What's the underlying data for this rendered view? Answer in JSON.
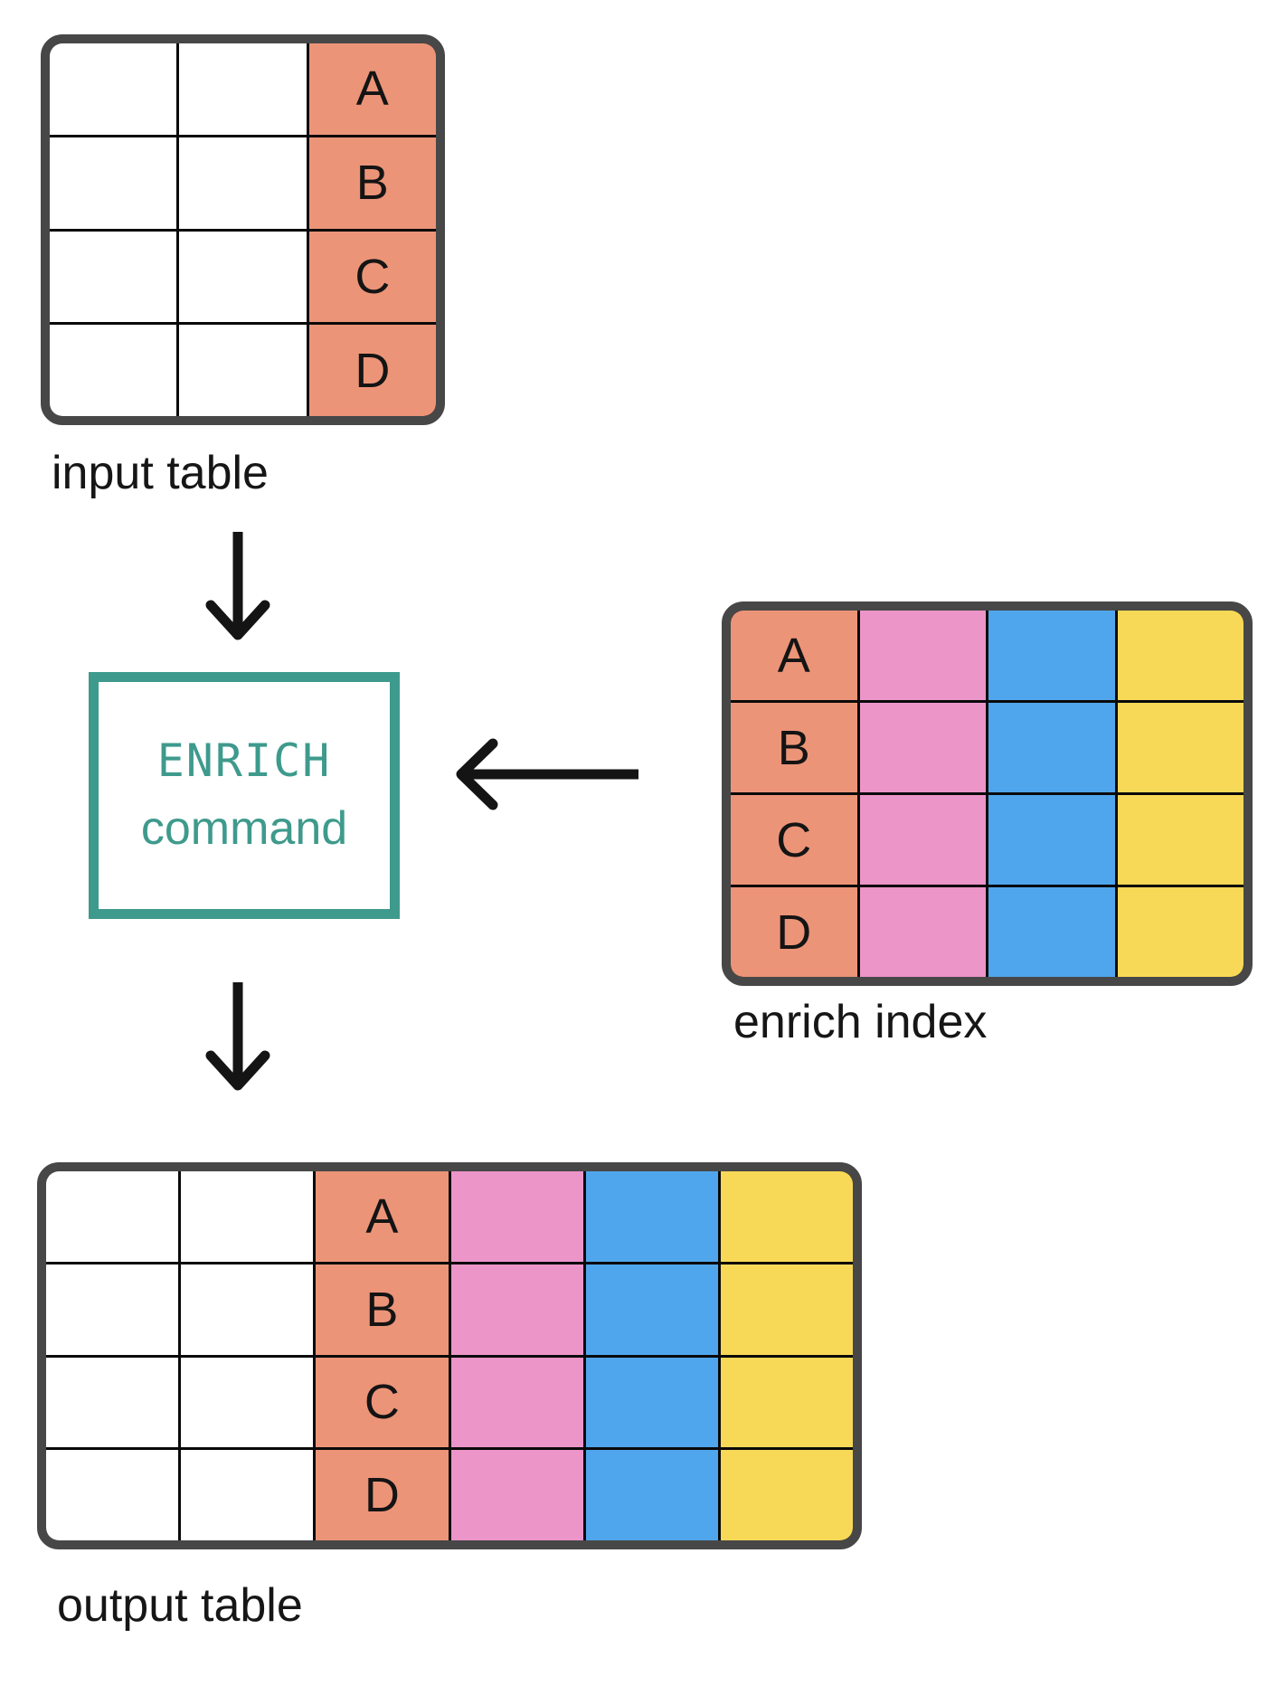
{
  "labels": {
    "input_table": "input table",
    "enrich_index": "enrich index",
    "output_table": "output table"
  },
  "command_box": {
    "line1": "ENRICH",
    "line2": "command"
  },
  "key_values": [
    "A",
    "B",
    "C",
    "D"
  ],
  "icons": {
    "down_arrow_1": "arrow-down-icon",
    "down_arrow_2": "arrow-down-icon",
    "left_arrow": "arrow-left-icon"
  },
  "colors": {
    "white": "#FFFFFF",
    "key": "#EC9478",
    "pink": "#EC95C9",
    "blue": "#50A6ED",
    "yellow": "#F8D957",
    "teal": "#3E9A8C",
    "frame": "#474747",
    "grid_line": "#0A0A0A",
    "text": "#161616"
  },
  "tables": {
    "input": {
      "rows": 4,
      "columns": [
        {
          "fill": "white",
          "letters": false
        },
        {
          "fill": "white",
          "letters": false
        },
        {
          "fill": "key",
          "letters": true
        }
      ]
    },
    "enrich": {
      "rows": 4,
      "columns": [
        {
          "fill": "key",
          "letters": true
        },
        {
          "fill": "pink",
          "letters": false
        },
        {
          "fill": "blue",
          "letters": false
        },
        {
          "fill": "yellow",
          "letters": false
        }
      ]
    },
    "output": {
      "rows": 4,
      "columns": [
        {
          "fill": "white",
          "letters": false
        },
        {
          "fill": "white",
          "letters": false
        },
        {
          "fill": "key",
          "letters": true
        },
        {
          "fill": "pink",
          "letters": false
        },
        {
          "fill": "blue",
          "letters": false
        },
        {
          "fill": "yellow",
          "letters": false
        }
      ]
    }
  }
}
